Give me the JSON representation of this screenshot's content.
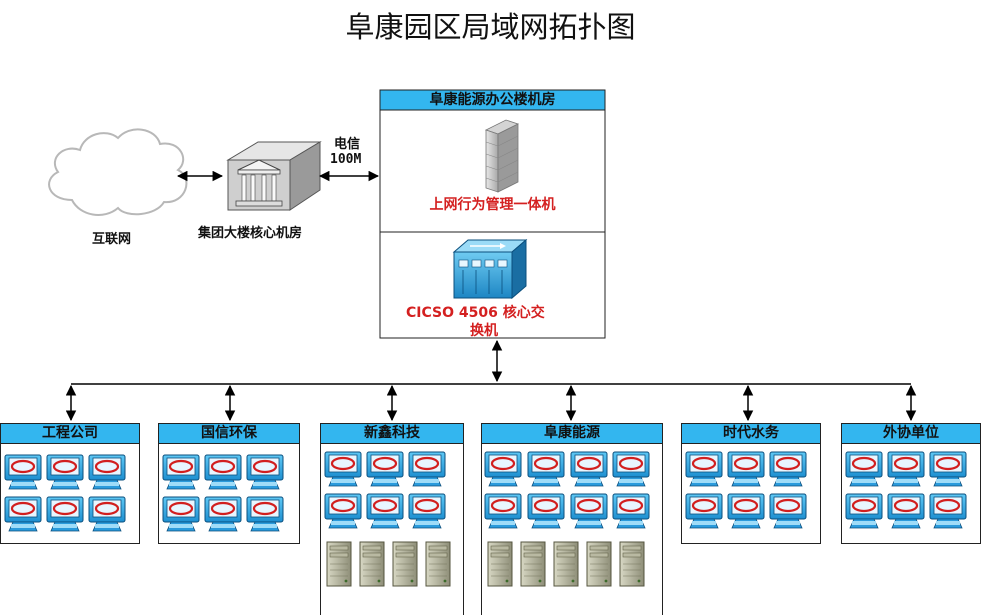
{
  "title": "阜康园区局域网拓扑图",
  "internet": {
    "label": "互联网"
  },
  "group_core": {
    "label": "集团大楼核心机房"
  },
  "link": {
    "line1": "电信",
    "line2": "100M"
  },
  "office_room": {
    "title": "阜康能源办公楼机房",
    "firewall_label": "上网行为管理一体机",
    "switch_label_line1": "CICSO 4506 核心交",
    "switch_label_line2": "换机"
  },
  "departments": [
    {
      "name": "工程公司",
      "pcs": 6,
      "servers": 0
    },
    {
      "name": "国信环保",
      "pcs": 6,
      "servers": 0
    },
    {
      "name": "新鑫科技",
      "pcs": 6,
      "servers": 4
    },
    {
      "name": "阜康能源",
      "pcs": 8,
      "servers": 5
    },
    {
      "name": "时代水务",
      "pcs": 6,
      "servers": 0
    },
    {
      "name": "外协单位",
      "pcs": 6,
      "servers": 0
    }
  ],
  "colors": {
    "header_blue": "#33b6ef",
    "label_red": "#d42020"
  }
}
